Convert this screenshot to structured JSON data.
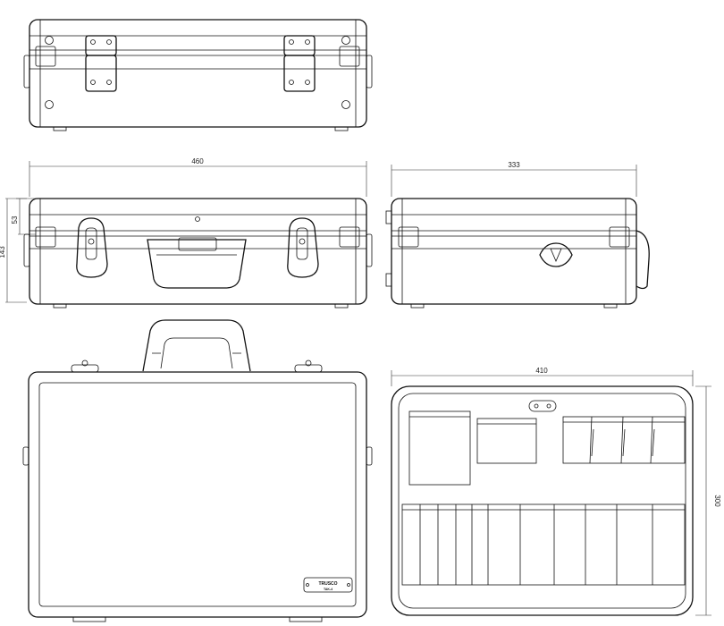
{
  "dimensions": {
    "front_width": "460",
    "side_depth": "333",
    "lid_height": "53",
    "total_height": "143",
    "inner_width": "410",
    "inner_height": "300"
  },
  "logo": {
    "brand": "TRUSCO",
    "model": "TAK-4"
  }
}
